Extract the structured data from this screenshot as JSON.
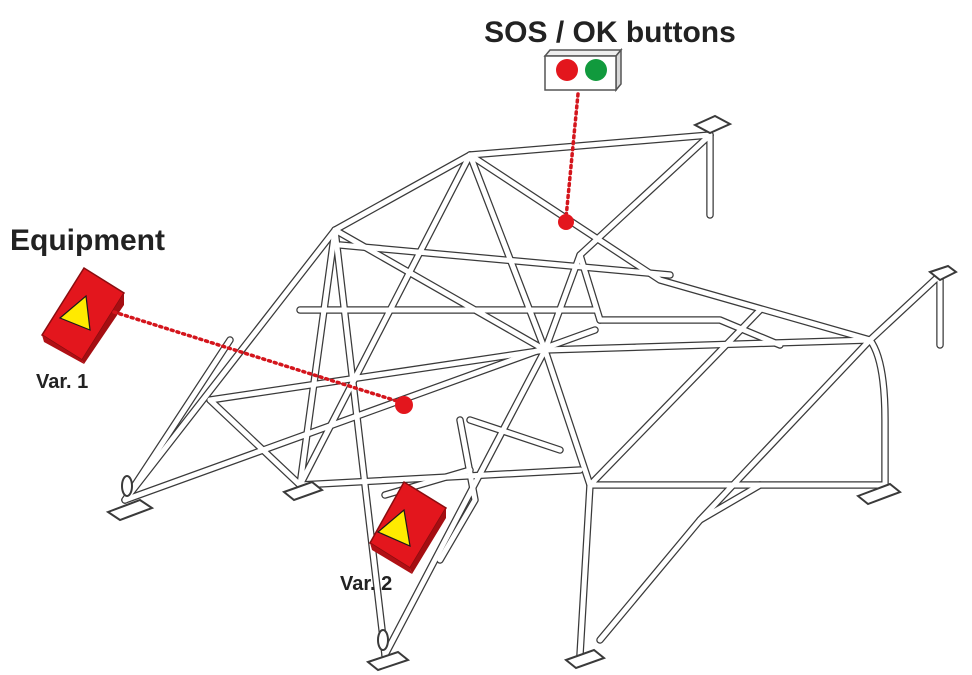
{
  "labels": {
    "sos_ok_buttons": "SOS / OK buttons",
    "equipment": "Equipment",
    "var1": "Var. 1",
    "var2": "Var. 2"
  },
  "colors": {
    "device_red": "#e3161d",
    "device_red_dark": "#a50e12",
    "warning_yellow": "#ffea00",
    "sos_red": "#e3161d",
    "ok_green": "#119a3d",
    "leader_red": "#d4151c",
    "label_text": "#222222",
    "frame_outline": "#3a3a3a"
  },
  "icons": [
    "warning-triangle-icon",
    "sos-button-icon",
    "ok-button-icon"
  ]
}
